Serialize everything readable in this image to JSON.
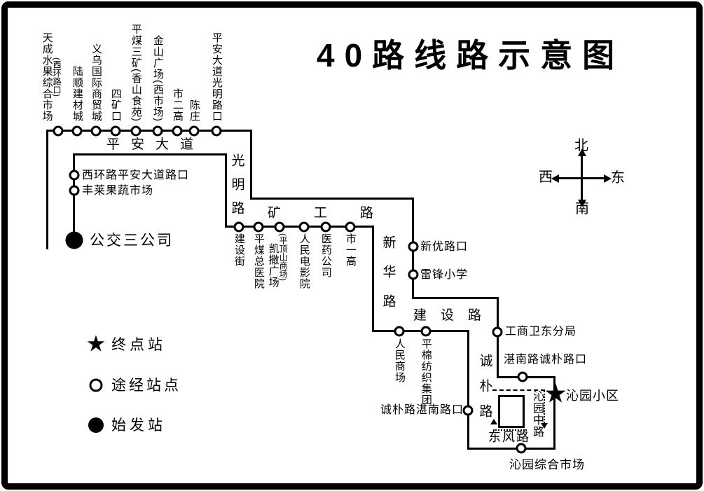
{
  "title": "40路线路示意图",
  "compass": {
    "north": "北",
    "south": "南",
    "west": "西",
    "east": "东"
  },
  "legend": {
    "terminal_label": "终点站",
    "waypoint_label": "途经站点",
    "origin_label": "始发站"
  },
  "roads": {
    "pingan_avenue": "平安大道",
    "guangming_road": "光明路",
    "kuanggong_road": "矿工路",
    "xinhua_road": "新华路",
    "jianshe_road": "建设路",
    "chengpu_road": "诚朴路",
    "dongfeng_road": "东风路",
    "qinyuan_middle_road": "沁园中路"
  },
  "stations": {
    "origin": "公交三公司",
    "terminal": "沁园小区",
    "pingan_stops": [
      {
        "name": "天成水果综合市场",
        "note": "(西环路口)"
      },
      {
        "name": "陆顺建材城",
        "note": ""
      },
      {
        "name": "义乌国际商贸城",
        "note": ""
      },
      {
        "name": "四矿口",
        "note": ""
      },
      {
        "name": "平煤三矿(香山食苑)",
        "note": ""
      },
      {
        "name": "金山广场(西市场)",
        "note": ""
      },
      {
        "name": "市二高",
        "note": ""
      },
      {
        "name": "陈庄",
        "note": ""
      },
      {
        "name": "平安大道光明路口",
        "note": ""
      }
    ],
    "xihuan_stops": [
      "西环路平安大道路口",
      "丰莱果蔬市场"
    ],
    "kuanggong_stops": [
      {
        "name": "建设街",
        "note": ""
      },
      {
        "name": "平煤总医院",
        "note": ""
      },
      {
        "name": "凯撒广场",
        "note": "(平顶山商场)"
      },
      {
        "name": "人民电影院",
        "note": ""
      },
      {
        "name": "医药公司",
        "note": ""
      },
      {
        "name": "市一高",
        "note": ""
      }
    ],
    "xinhua_stops": [
      "新优路口",
      "雷锋小学"
    ],
    "jianshe_stops": [
      "人民商场",
      "平棉纺织集团"
    ],
    "gongshang_weidong": "工商卫东分局",
    "zhannan_chengpu": "湛南路诚朴路口",
    "chengpu_zhannan": "诚朴路湛南路口",
    "qinyuan_market": "沁园综合市场"
  },
  "colors": {
    "line": "#000000",
    "background": "#ffffff"
  }
}
